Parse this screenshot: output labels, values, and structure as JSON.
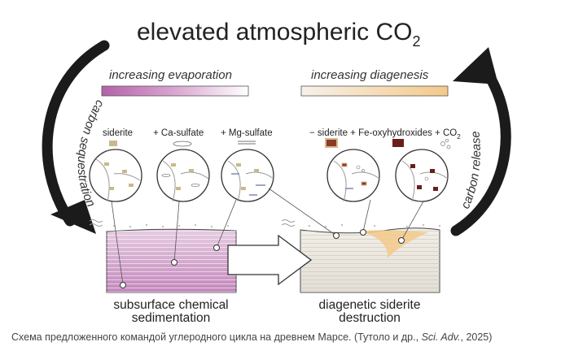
{
  "diagram": {
    "title_main": "elevated atmospheric CO",
    "title_sub": "2",
    "bar_left_label": "increasing evaporation",
    "bar_right_label": "increasing diagenesis",
    "curve_left_label": "carbon sequestration",
    "curve_right_label": "carbon release",
    "mineral_siderite": "siderite",
    "mineral_ca_sulfate": "+ Ca-sulfate",
    "mineral_mg_sulfate": "+ Mg-sulfate",
    "mineral_right_main": "− siderite + Fe-oxyhydroxides + CO",
    "mineral_right_sub": "2",
    "block_left_line1": "subsurface chemical",
    "block_left_line2": "sedimentation",
    "block_right_line1": "diagenetic siderite",
    "block_right_line2": "destruction"
  },
  "colors": {
    "evaporation_gradient_start": "#b462a8",
    "diagenesis_gradient_end": "#f3c98a",
    "arrow": "#1b1b1b",
    "block_left": "#c98fc0",
    "block_right": "#e8e4dc"
  },
  "caption": {
    "text_before": "Схема предложенного командой углеродного цикла на древнем Марсе. (Тутоло и др., ",
    "journal": "Sci. Adv.",
    "text_after": ", 2025)"
  }
}
